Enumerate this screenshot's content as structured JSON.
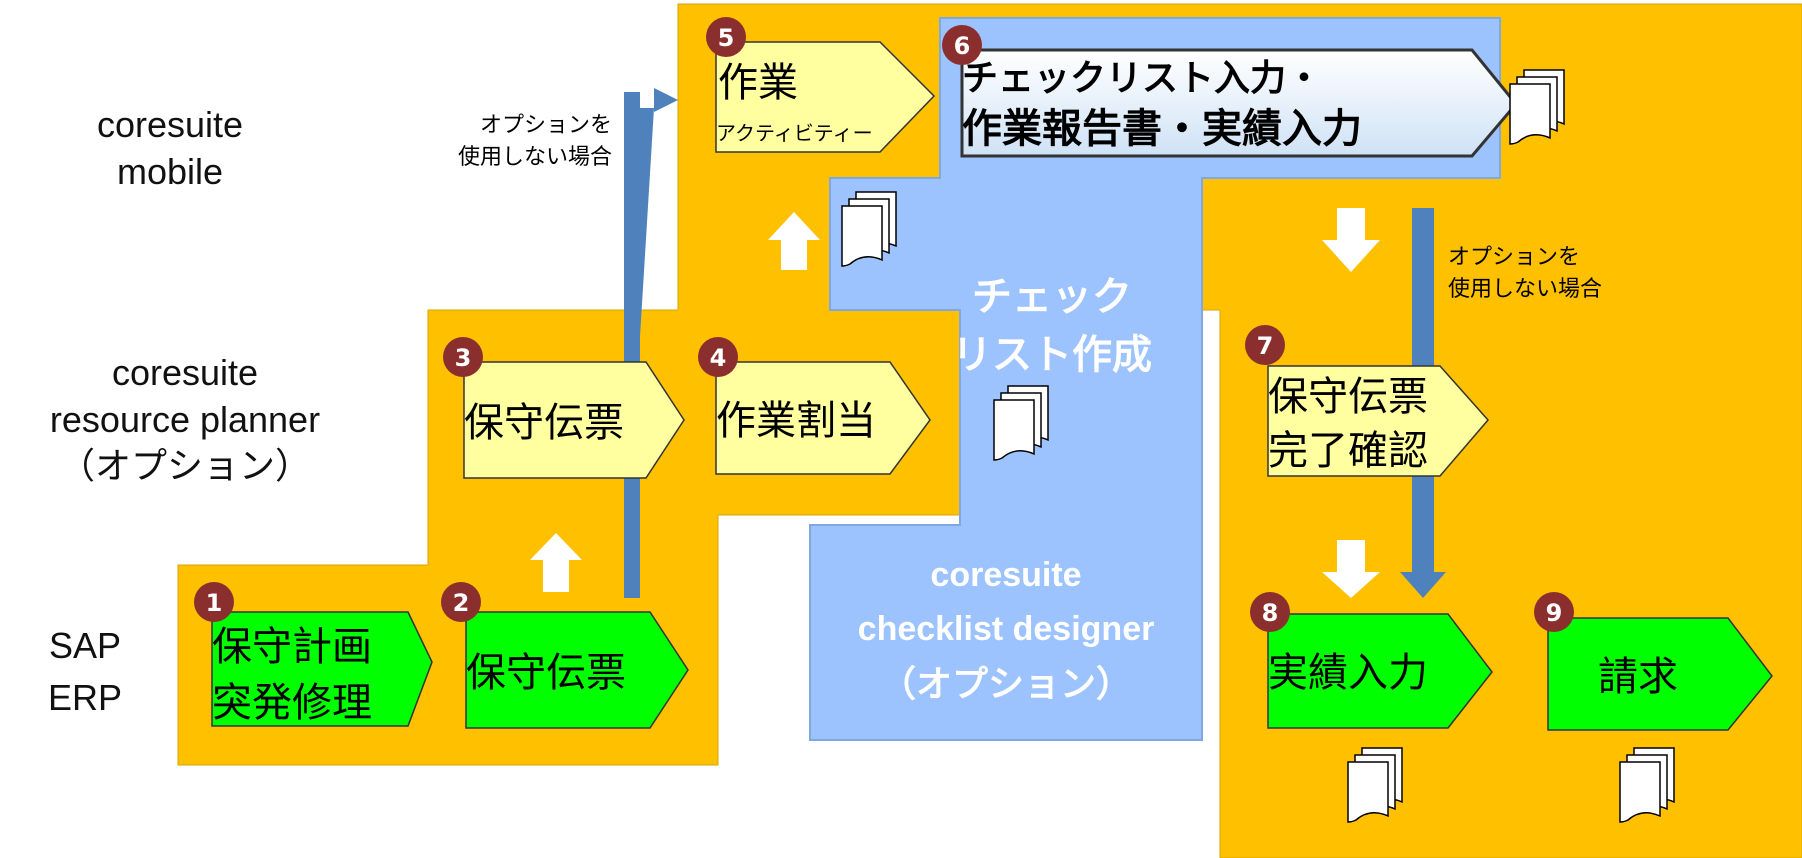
{
  "lanes": {
    "mobile": {
      "line1": "coresuite",
      "line2": "mobile"
    },
    "planner": {
      "line1": "coresuite",
      "line2": "resource planner",
      "line3": "（オプション）"
    },
    "erp": {
      "line1": "SAP",
      "line2": "ERP"
    }
  },
  "steps": [
    {
      "num": "1",
      "line1": "保守計画",
      "line2": "突発修理"
    },
    {
      "num": "2",
      "line1": "保守伝票"
    },
    {
      "num": "3",
      "line1": "保守伝票"
    },
    {
      "num": "4",
      "line1": "作業割当"
    },
    {
      "num": "5",
      "line1": "作業",
      "line2": "アクティビティー"
    },
    {
      "num": "6",
      "line1": "チェックリスト入力・",
      "line2": "作業報告書・実績入力"
    },
    {
      "num": "7",
      "line1": "保守伝票",
      "line2": "完了確認"
    },
    {
      "num": "8",
      "line1": "実績入力"
    },
    {
      "num": "9",
      "line1": "請求"
    }
  ],
  "checklist": {
    "create_line1": "チェック",
    "create_line2": "リスト作成",
    "designer_line1": "coresuite",
    "designer_line2": "checklist designer",
    "designer_line3": "（オプション）"
  },
  "notes": {
    "left_line1": "オプションを",
    "left_line2": "使用しない場合",
    "right_line1": "オプションを",
    "right_line2": "使用しない場合"
  },
  "colors": {
    "orange": "#FFC000",
    "blue": "#9DC3FF",
    "yellow_step": "#FFFFA0",
    "green_step": "#00FF00",
    "badge": "#8B2E2E",
    "flow_arrow": "#4F81BD"
  }
}
